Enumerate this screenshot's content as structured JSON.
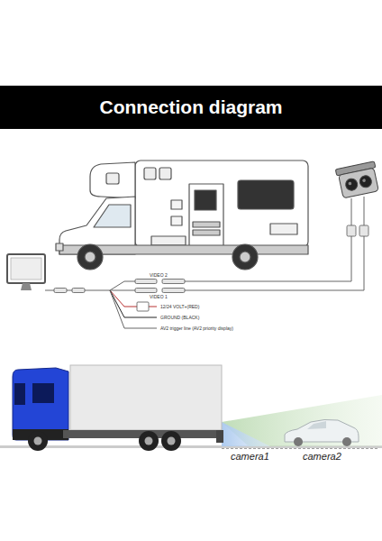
{
  "diagram": {
    "title": "Connection diagram",
    "labels": [
      "VIDEO 2",
      "VIDEO 1",
      "12/24 VOLT+(RED)",
      "GROUND (BLACK)",
      "AV2 trigger line (AV2 priority display)",
      "camera1",
      "camera2"
    ]
  }
}
